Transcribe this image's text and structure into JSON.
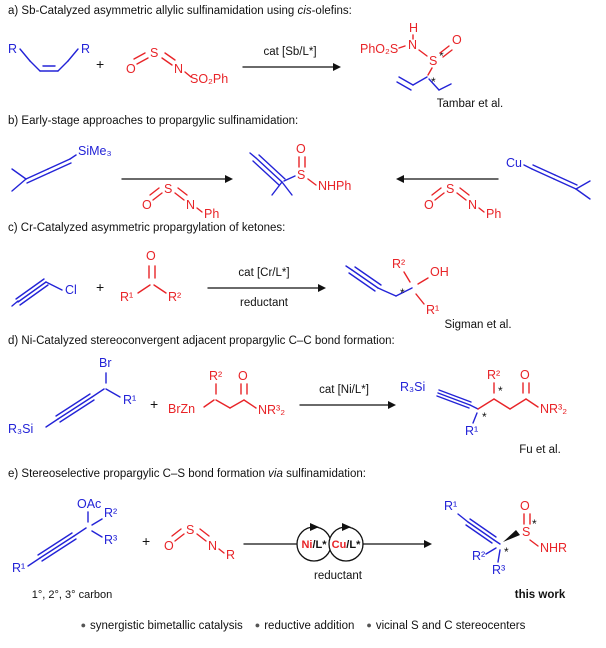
{
  "figure": {
    "colors": {
      "blue": "#2323d7",
      "red": "#e82428",
      "black": "#111111"
    }
  },
  "schemes": {
    "a": {
      "title": {
        "prefix": "a) Sb-Catalyzed asymmetric allylic sulfinamidation using ",
        "italic": "cis",
        "suffix": "-olefins:"
      },
      "olefin": {
        "r_left": "R",
        "r_right": "R"
      },
      "plus": "+",
      "reagent": {
        "o": "O",
        "s": "S",
        "n": "N",
        "so2ph": "SO₂Ph"
      },
      "arrow_label": "cat [Sb/L*]",
      "product": {
        "phso2": "PhO₂S",
        "h": "H",
        "n": "N",
        "s": "S",
        "o": "O",
        "star_s": "*",
        "star_c": "*"
      },
      "credit": "Tambar et al."
    },
    "b": {
      "title": {
        "prefix": "b) Early-stage approaches to propargylic sulfinamidation:"
      },
      "allene_left": {
        "sime3": "SiMe₃"
      },
      "reagent_left": {
        "o": "O",
        "s": "S",
        "n": "N",
        "r": "Ph"
      },
      "product": {
        "o": "O",
        "s": "S",
        "nhph": "NHPh"
      },
      "reagent_right": {
        "o": "O",
        "s": "S",
        "n": "N",
        "r": "Ph"
      },
      "allene_right": {
        "cu": "Cu"
      }
    },
    "c": {
      "title": {
        "prefix": "c) Cr-Catalyzed asymmetric propargylation of ketones:"
      },
      "chloride": {
        "cl": "Cl"
      },
      "plus": "+",
      "ketone": {
        "o": "O",
        "r1": "R¹",
        "r2": "R²"
      },
      "arrow_label": "cat [Cr/L*]",
      "arrow_sub": "reductant",
      "product": {
        "r2": "R²",
        "oh": "OH",
        "r1": "R¹",
        "star": "*"
      },
      "credit": "Sigman et al."
    },
    "d": {
      "title": {
        "prefix": "d) Ni-Catalyzed stereoconvergent adjacent propargylic C–C bond formation:"
      },
      "bromide": {
        "r3si": "R₃Si",
        "br": "Br",
        "r1": "R¹"
      },
      "plus": "+",
      "zinc_reagent": {
        "brzn": "BrZn",
        "r2": "R²",
        "o": "O",
        "nr32": "NR³₂"
      },
      "arrow_label": "cat [Ni/L*]",
      "product": {
        "r3si": "R₃Si",
        "r1": "R¹",
        "star1": "*",
        "r2": "R²",
        "star2": "*",
        "o": "O",
        "nr32": "NR³₂"
      },
      "credit": "Fu et al."
    },
    "e": {
      "title": {
        "prefix": "e) Stereoselective propargylic C–S bond formation ",
        "italic": "via",
        "suffix": " sulfinamidation:"
      },
      "acetate": {
        "oac": "OAc",
        "r2": "R²",
        "r3": "R³",
        "r1": "R¹",
        "caption": "1°, 2°, 3° carbon"
      },
      "plus": "+",
      "reagent": {
        "o": "O",
        "s": "S",
        "n": "N",
        "r": "R"
      },
      "cycle_ni": {
        "metal": "Ni",
        "ligand": "/L*"
      },
      "cycle_cu": {
        "metal": "Cu",
        "ligand": "/L*"
      },
      "arrow_sub": "reductant",
      "product": {
        "r1": "R¹",
        "s": "S",
        "star_s": "*",
        "o": "O",
        "nhr": "NHR",
        "r2": "R²",
        "r3": "R³",
        "star_c": "*"
      },
      "credit": "this work"
    }
  },
  "footer": {
    "bullet": "●",
    "items": [
      "synergistic bimetallic catalysis",
      "reductive addition",
      "vicinal S and C stereocenters"
    ]
  }
}
